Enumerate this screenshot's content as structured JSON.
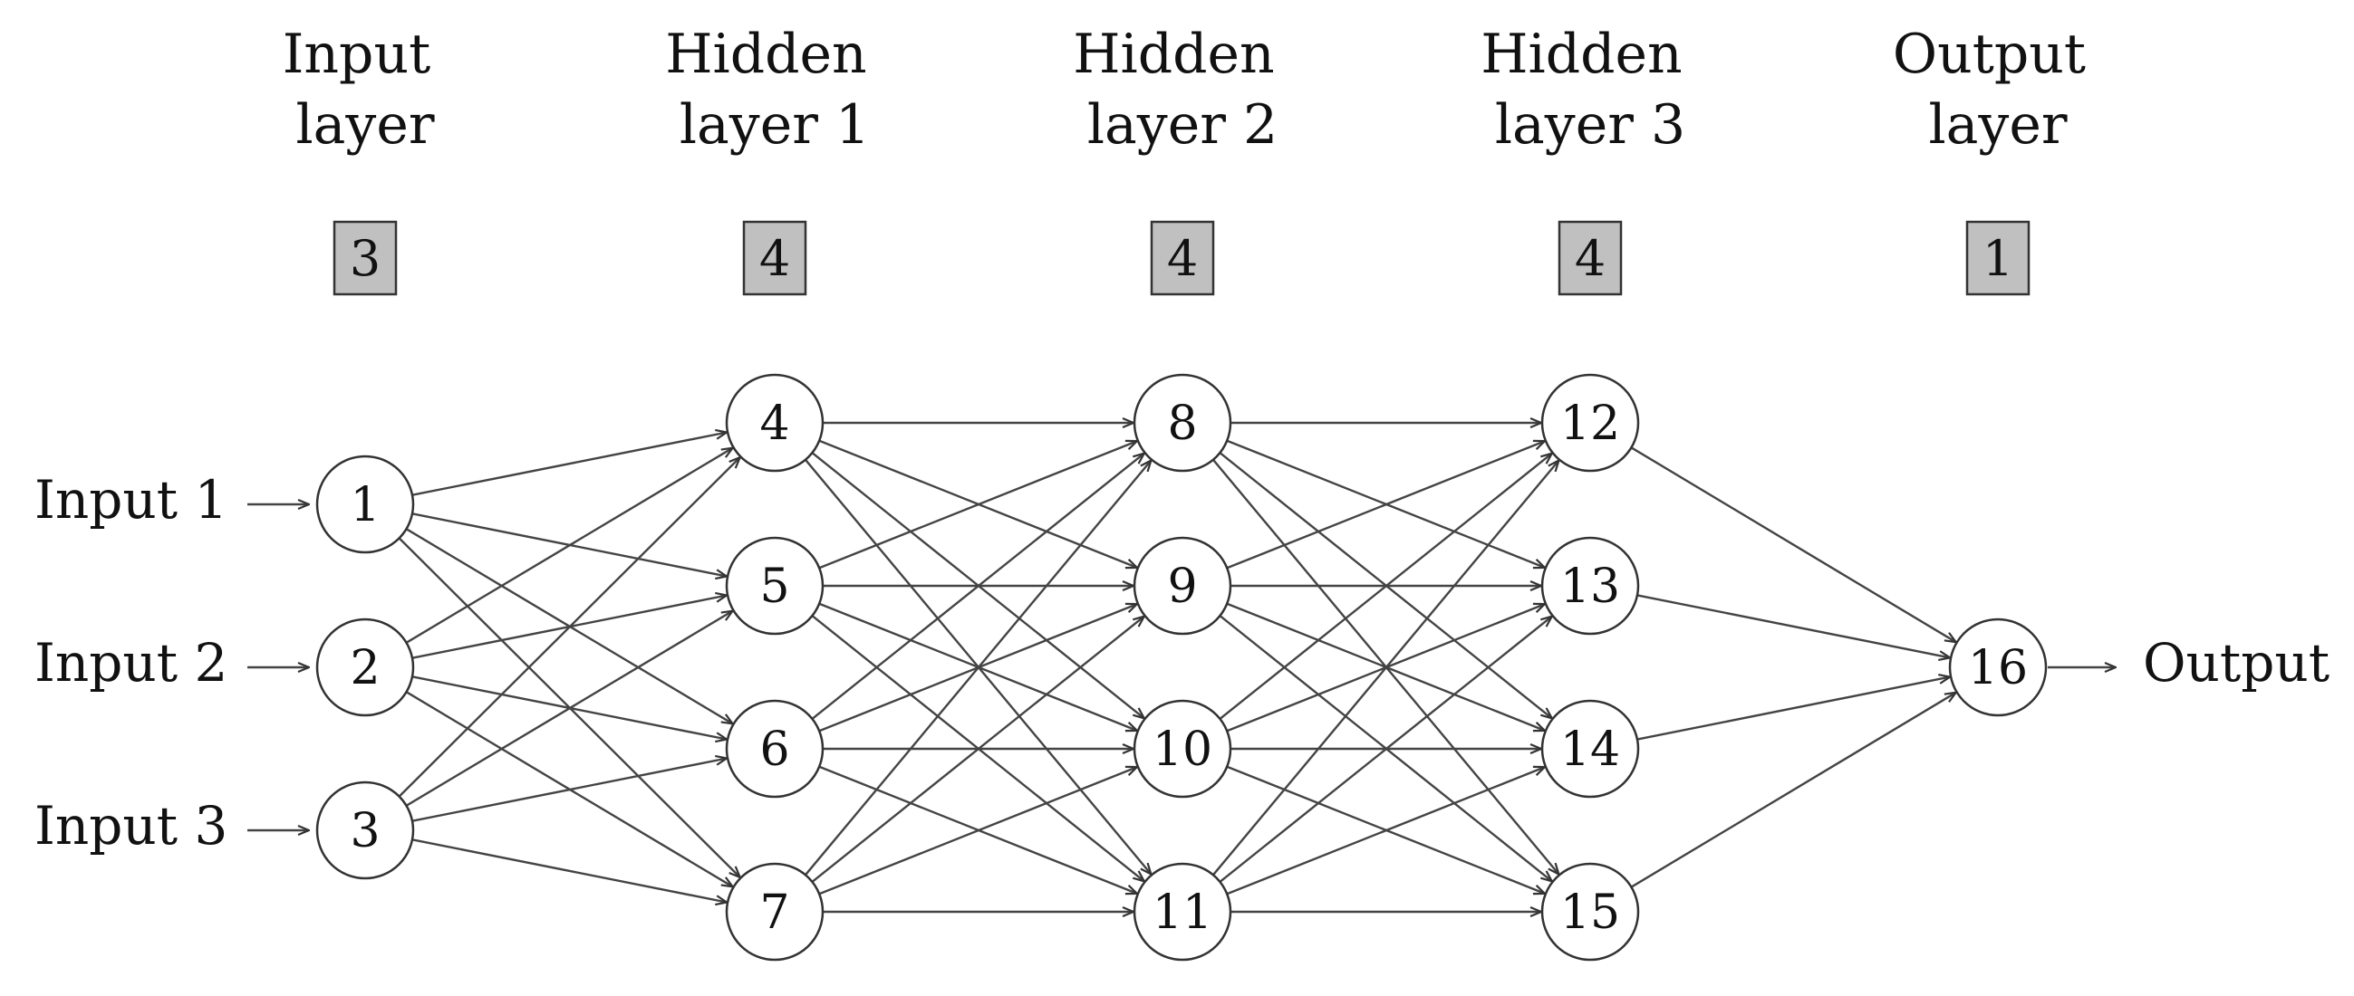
{
  "layers": [
    {
      "title_line1": "Input",
      "title_line2": "layer",
      "count": "3",
      "nodes": [
        "1",
        "2",
        "3"
      ]
    },
    {
      "title_line1": "Hidden",
      "title_line2": "layer 1",
      "count": "4",
      "nodes": [
        "4",
        "5",
        "6",
        "7"
      ]
    },
    {
      "title_line1": "Hidden",
      "title_line2": "layer 2",
      "count": "4",
      "nodes": [
        "8",
        "9",
        "10",
        "11"
      ]
    },
    {
      "title_line1": "Hidden",
      "title_line2": "layer 3",
      "count": "4",
      "nodes": [
        "12",
        "13",
        "14",
        "15"
      ]
    },
    {
      "title_line1": "Output",
      "title_line2": "layer",
      "count": "1",
      "nodes": [
        "16"
      ]
    }
  ],
  "inputs": [
    "Input 1",
    "Input 2",
    "Input 3"
  ],
  "output": "Output",
  "colors": {
    "count_box_fill": "#c0c0c0",
    "stroke": "#333333",
    "edge": "#444444"
  }
}
